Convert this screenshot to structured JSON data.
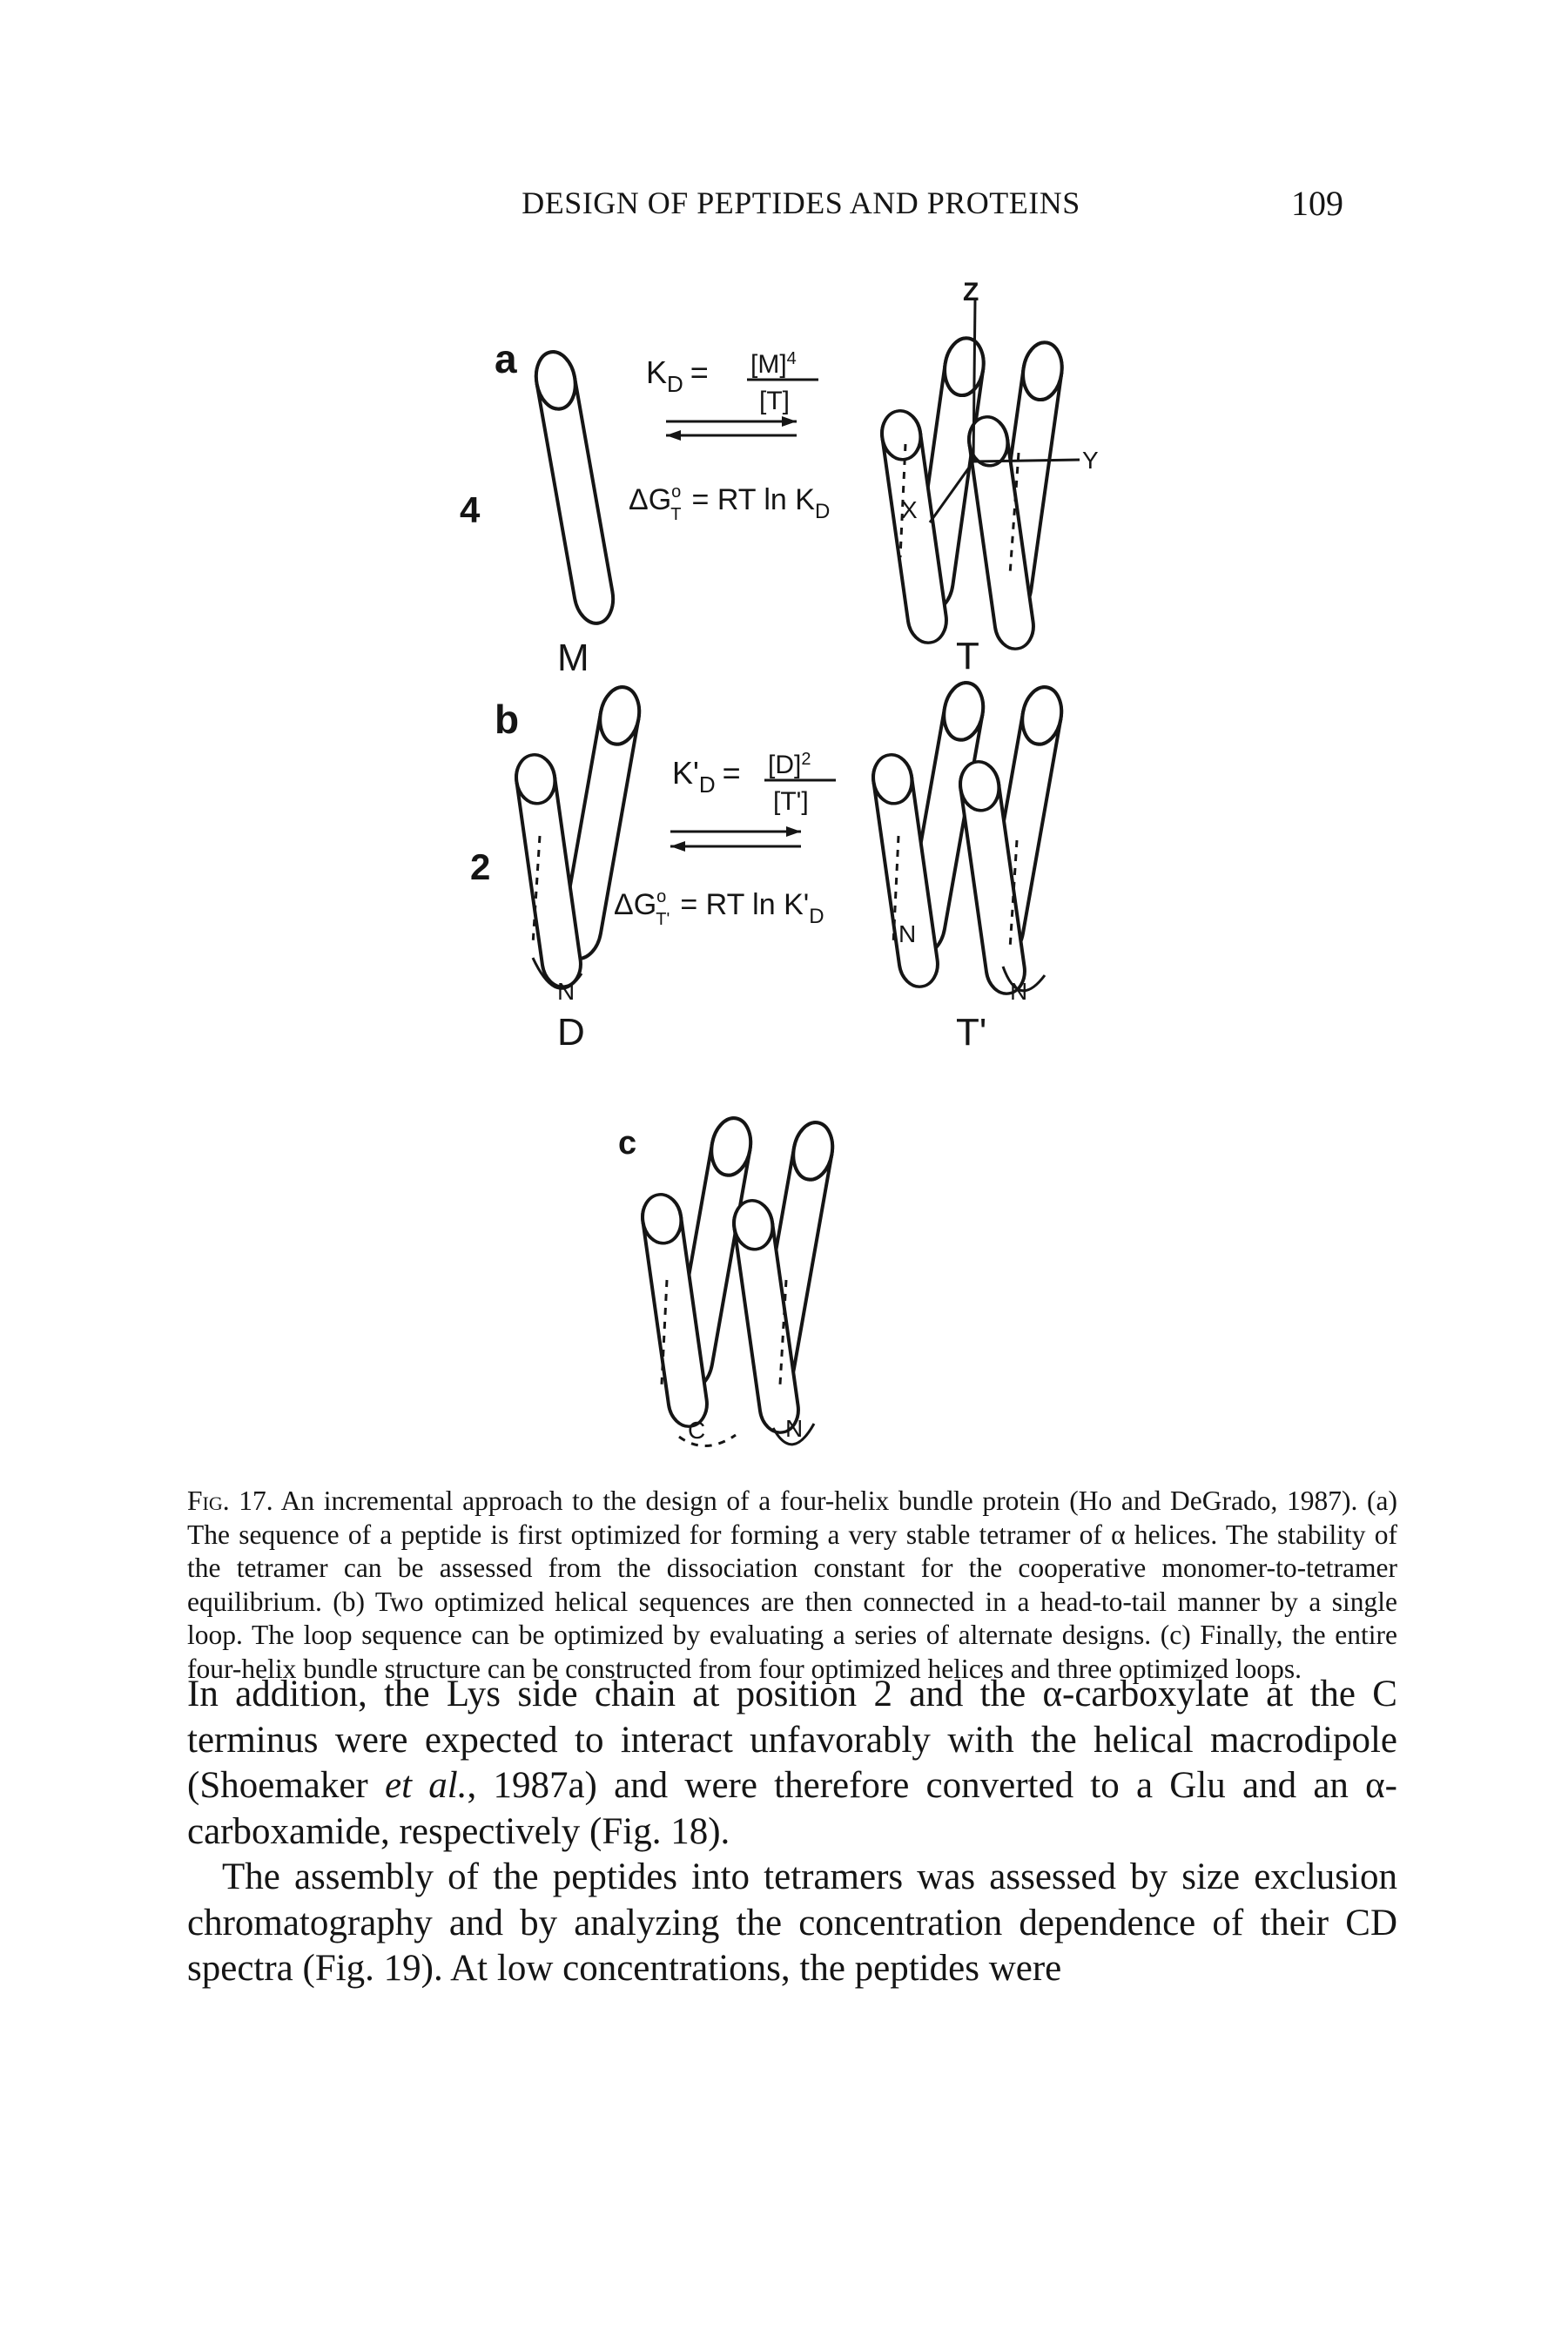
{
  "header": {
    "running_head": "DESIGN OF PEPTIDES AND PROTEINS",
    "page_number": "109"
  },
  "figure": {
    "panel_a": {
      "label": "a",
      "count": "4",
      "monomer_label": "M",
      "tetramer_label": "T",
      "axis_z": "Z",
      "axis_y": "Y",
      "axis_x": "X",
      "k_symbol": "K",
      "k_sub": "D",
      "k_equals": "=",
      "k_num": "[M]",
      "k_num_sup": "4",
      "k_den": "[T]",
      "dg_delta": "ΔG",
      "dg_sup": "o",
      "dg_sub": "T",
      "dg_rhs": "= RT ln K",
      "dg_rhs_sub": "D"
    },
    "panel_b": {
      "label": "b",
      "count": "2",
      "dimer_label": "D",
      "tetramer_label": "T'",
      "terminus_dimer": "N",
      "terminus_t_left": "N",
      "terminus_t_right": "N",
      "k_symbol": "K'",
      "k_sub": "D",
      "k_equals": "=",
      "k_num": "[D]",
      "k_num_sup": "2",
      "k_den": "[T']",
      "dg_delta": "ΔG",
      "dg_sup": "o",
      "dg_sub": "T'",
      "dg_rhs": "= RT ln K'",
      "dg_rhs_sub": "D"
    },
    "panel_c": {
      "label": "c",
      "terminus_c": "C",
      "terminus_n": "N"
    }
  },
  "caption": {
    "fig_label": "Fig. 17.",
    "text": " An incremental approach to the design of a four-helix bundle protein (Ho and DeGrado, 1987). (a) The sequence of a peptide is first optimized for forming a very stable tetramer of α helices. The stability of the tetramer can be assessed from the dissociation constant for the cooperative monomer-to-tetramer equilibrium. (b) Two optimized helical sequences are then connected in a head-to-tail manner by a single loop. The loop sequence can be optimized by evaluating a series of alternate designs. (c) Finally, the entire four-helix bundle structure can be constructed from four optimized helices and three optimized loops."
  },
  "body": {
    "p1": {
      "before_italic": "In addition, the Lys side chain at position 2 and the α-carboxylate at the C terminus were expected to interact unfavorably with the helical macrodipole (Shoemaker ",
      "italic": "et al.",
      "after_italic": ", 1987a) and were therefore converted to a Glu and an α-carboxamide, respectively (Fig. 18)."
    },
    "p2": "The assembly of the peptides into tetramers was assessed by size exclusion chromatography and by analyzing the concentration dependence of their CD spectra (Fig. 19). At low concentrations, the peptides were"
  }
}
